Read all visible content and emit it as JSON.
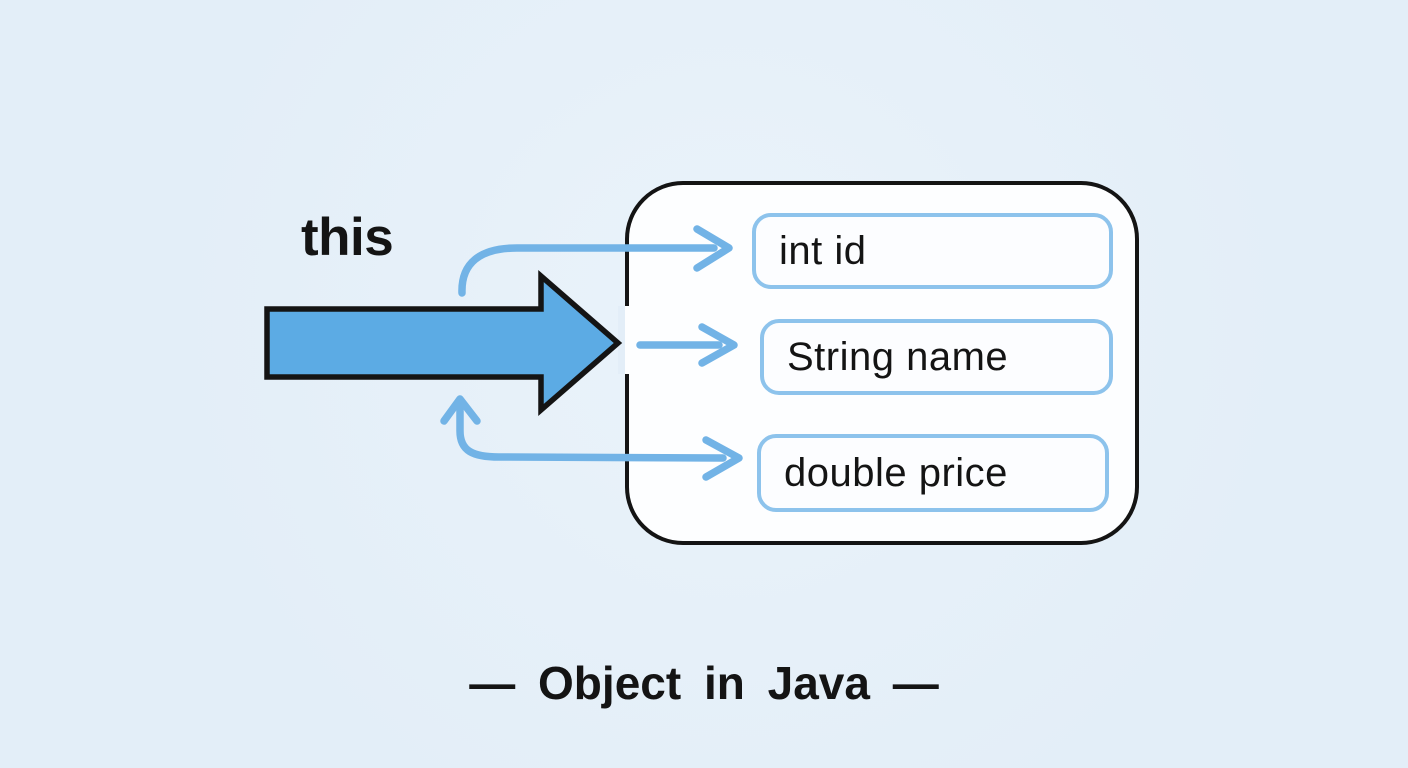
{
  "diagram": {
    "pointer_label": "this",
    "caption": "— Object in Java —",
    "object": {
      "name": "java-object",
      "fields": [
        {
          "label": "int id"
        },
        {
          "label": "String name"
        },
        {
          "label": "double price"
        }
      ]
    },
    "icons": {
      "pointer_arrow": "right-arrow",
      "connectors": [
        "curved-right-arrow",
        "straight-right-arrow",
        "curved-up-right-arrow"
      ]
    },
    "colors": {
      "background": "#e3eef8",
      "pointer_fill": "#5cabe4",
      "connector_blue": "#72b3e6",
      "field_border_blue": "#8dc3ec",
      "outline_black": "#141414",
      "container_fill": "#fdfeff"
    }
  }
}
